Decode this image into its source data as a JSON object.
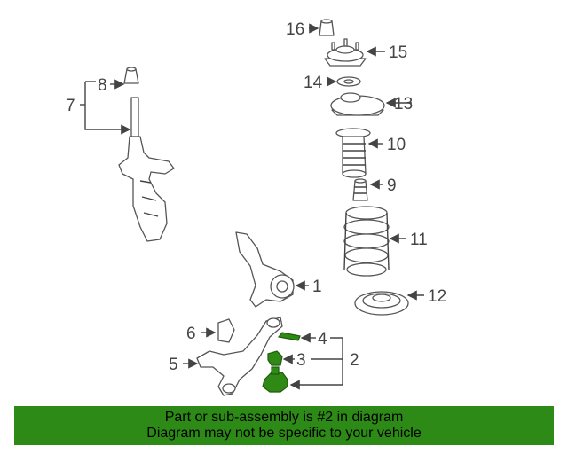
{
  "callouts": {
    "c1": "1",
    "c2": "2",
    "c3": "3",
    "c4": "4",
    "c5": "5",
    "c6": "6",
    "c7": "7",
    "c8": "8",
    "c9": "9",
    "c10": "10",
    "c11": "11",
    "c12": "12",
    "c13": "13",
    "c14": "14",
    "c15": "15",
    "c16": "16"
  },
  "banner": {
    "line1": "Part or sub-assembly is #2 in diagram",
    "line2": "Diagram may not be specific to your vehicle"
  },
  "colors": {
    "highlight": "#2e8a14",
    "banner": "#2d8a17"
  }
}
